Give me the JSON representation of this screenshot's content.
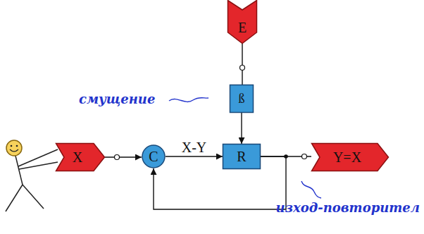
{
  "diagram": {
    "nodes": [
      {
        "text": [
          "E"
        ]
      },
      {
        "text": [
          "ß"
        ]
      },
      {
        "text": [
          "X"
        ]
      },
      {
        "text": [
          "C"
        ]
      },
      {
        "text": [
          "R"
        ]
      },
      {
        "text": [
          "Y=X"
        ]
      }
    ],
    "edges": [
      {
        "from": 0,
        "to": 1,
        "arrow": "none"
      },
      {
        "from": 1,
        "to": 4,
        "arrow": "to"
      },
      {
        "from": 2,
        "to": 3,
        "arrow": "to"
      },
      {
        "from": 3,
        "to": 4,
        "label": "X-Y",
        "arrow": "to"
      },
      {
        "from": 4,
        "to": 5,
        "arrow": "none"
      },
      {
        "from": 4,
        "to": 3,
        "arrow": "to"
      }
    ],
    "labels": [
      "смущение",
      "изход-повторител"
    ]
  }
}
